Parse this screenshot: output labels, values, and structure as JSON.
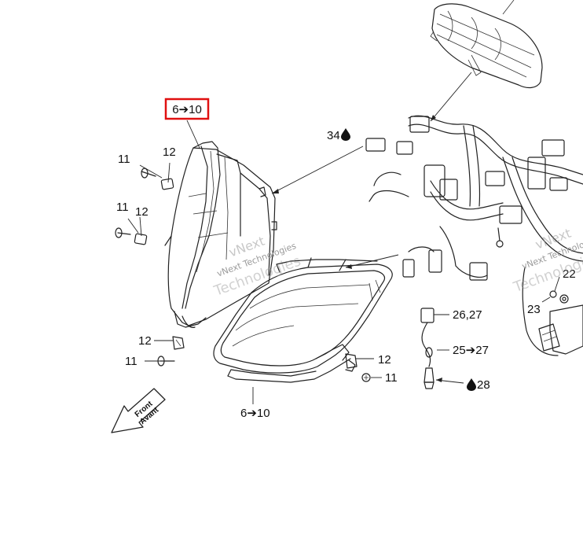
{
  "callouts": {
    "highlighted": "6➔10",
    "bottom_headlight": "6➔10",
    "n34": "34",
    "n11_a": "11",
    "n12_a": "12",
    "n11_b": "11",
    "n12_b": "12",
    "n12_c": "12",
    "n11_c": "11",
    "n12_d": "12",
    "n11_d": "11",
    "n26_27": "26,27",
    "n25_27": "25➔27",
    "n28": "28",
    "n22": "22",
    "n23": "23"
  },
  "direction_arrow": {
    "line1": "Front",
    "line2": "Avant"
  },
  "watermarks": {
    "w1_top": "vNext",
    "w1_mid": "vNext Technologies",
    "w1_bottom": "Technologies",
    "w2_top": "vNext",
    "w2_mid": "vNext Technologies",
    "w2_bottom": "Technologies"
  },
  "colors": {
    "highlight": "#e01010",
    "line_art": "#222222",
    "watermark": "#9a9a9a"
  }
}
